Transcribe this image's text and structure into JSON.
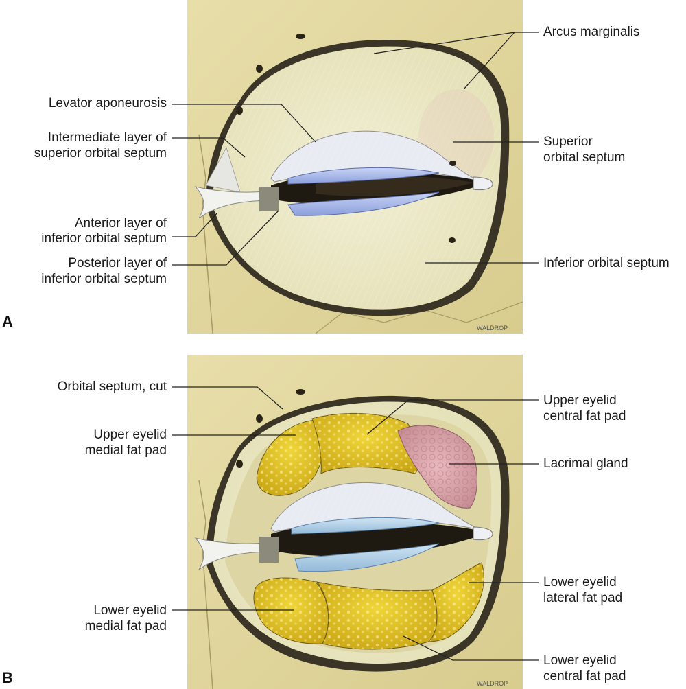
{
  "panels": {
    "a": {
      "letter": "A",
      "signature": "WALDROP"
    },
    "b": {
      "letter": "B",
      "signature": "WALDROP"
    }
  },
  "labels_a": {
    "arcus_marginalis": "Arcus marginalis",
    "levator_aponeurosis": "Levator aponeurosis",
    "intermediate_1": "Intermediate layer of",
    "intermediate_2": "superior orbital septum",
    "superior_septum_1": "Superior",
    "superior_septum_2": "orbital septum",
    "anterior_1": "Anterior layer of",
    "anterior_2": "inferior orbital septum",
    "posterior_1": "Posterior layer of",
    "posterior_2": "inferior orbital septum",
    "inferior_septum": "Inferior orbital septum"
  },
  "labels_b": {
    "septum_cut": "Orbital septum, cut",
    "upper_central_1": "Upper eyelid",
    "upper_central_2": "central fat pad",
    "upper_medial_1": "Upper eyelid",
    "upper_medial_2": "medial fat pad",
    "lacrimal": "Lacrimal gland",
    "lower_lateral_1": "Lower eyelid",
    "lower_lateral_2": "lateral fat pad",
    "lower_medial_1": "Lower eyelid",
    "lower_medial_2": "medial fat pad",
    "lower_central_1": "Lower eyelid",
    "lower_central_2": "central fat pad"
  },
  "colors": {
    "bone": "#e3d9a2",
    "septum": "#eeeccd",
    "fat": "#e5c626",
    "tarsal": "#a8b8e8",
    "lacrimal": "#d9a3aa",
    "line": "#222222"
  }
}
